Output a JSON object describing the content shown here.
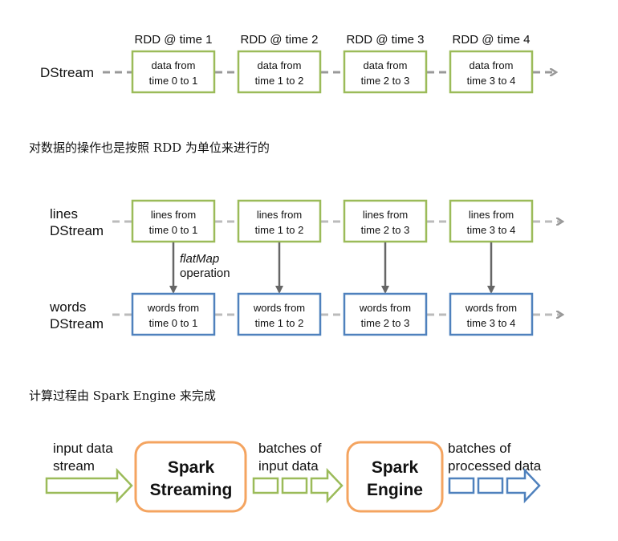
{
  "diagram1": {
    "stream_label": "DStream",
    "batches": [
      {
        "header": "RDD @ time 1",
        "line1": "data from",
        "line2": "time 0 to 1"
      },
      {
        "header": "RDD @ time 2",
        "line1": "data from",
        "line2": "time 1 to 2"
      },
      {
        "header": "RDD @ time 3",
        "line1": "data from",
        "line2": "time 2 to 3"
      },
      {
        "header": "RDD @ time 4",
        "line1": "data from",
        "line2": "time 3 to 4"
      }
    ]
  },
  "caption1": "对数据的操作也是按照 RDD 为单位来进行的",
  "diagram2": {
    "lines_label": [
      "lines",
      "DStream"
    ],
    "words_label": [
      "words",
      "DStream"
    ],
    "op_label": [
      "flatMap",
      "operation"
    ],
    "lines_batches": [
      {
        "line1": "lines from",
        "line2": "time 0 to 1"
      },
      {
        "line1": "lines from",
        "line2": "time 1 to 2"
      },
      {
        "line1": "lines from",
        "line2": "time 2 to 3"
      },
      {
        "line1": "lines from",
        "line2": "time 3 to 4"
      }
    ],
    "words_batches": [
      {
        "line1": "words from",
        "line2": "time 0 to 1"
      },
      {
        "line1": "words from",
        "line2": "time 1 to 2"
      },
      {
        "line1": "words from",
        "line2": "time 2 to 3"
      },
      {
        "line1": "words from",
        "line2": "time 3 to 4"
      }
    ]
  },
  "caption2": "计算过程由 Spark Engine 来完成",
  "diagram3": {
    "input_label": [
      "input data",
      "stream"
    ],
    "streaming_box": [
      "Spark",
      "Streaming"
    ],
    "batches_label": [
      "batches of",
      "input data"
    ],
    "engine_box": [
      "Spark",
      "Engine"
    ],
    "processed_label": [
      "batches of",
      "processed data"
    ]
  },
  "colors": {
    "green": "#9bbb59",
    "blue": "#4f81bd",
    "orange": "#f4a460",
    "gray_dash": "#aaaaaa",
    "arrow_dark": "#666666"
  }
}
